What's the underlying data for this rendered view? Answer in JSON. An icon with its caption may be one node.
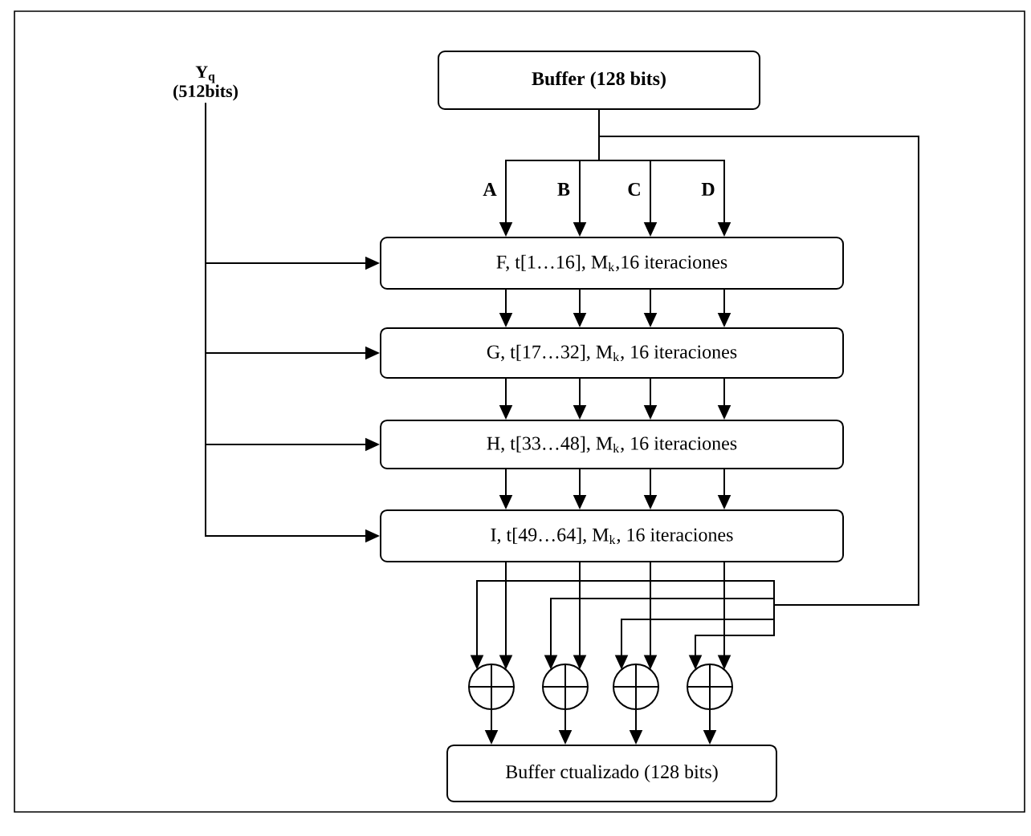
{
  "diagram": {
    "nodes": [
      {
        "text": [
          "Y$_{q}$",
          "(512bits)"
        ]
      },
      {
        "text": [
          "Buffer (128 bits)"
        ]
      },
      {
        "text": [
          "F, t[1…16], M$_{k}$,16 iteraciones"
        ]
      },
      {
        "text": [
          "G, t[17…32], M$_{k}$, 16 iteraciones"
        ]
      },
      {
        "text": [
          "H, t[33…48], M$_{k}$, 16 iteraciones"
        ]
      },
      {
        "text": [
          "I, t[49…64], M$_{k}$, 16 iteraciones"
        ]
      },
      {
        "text": [],
        "shape": "circle"
      },
      {
        "text": [],
        "shape": "circle"
      },
      {
        "text": [],
        "shape": "circle"
      },
      {
        "text": [],
        "shape": "circle"
      },
      {
        "text": [
          "Buffer ctualizado (128 bits)"
        ]
      }
    ],
    "edges": [
      {
        "from": 1,
        "to": 2,
        "arrow": "to",
        "label": "A"
      },
      {
        "from": 1,
        "to": 2,
        "arrow": "to",
        "label": "B"
      },
      {
        "from": 1,
        "to": 2,
        "arrow": "to",
        "label": "C"
      },
      {
        "from": 1,
        "to": 2,
        "arrow": "to",
        "label": "D"
      },
      {
        "from": 2,
        "to": 3,
        "arrow": "to"
      },
      {
        "from": 2,
        "to": 3,
        "arrow": "to"
      },
      {
        "from": 2,
        "to": 3,
        "arrow": "to"
      },
      {
        "from": 2,
        "to": 3,
        "arrow": "to"
      },
      {
        "from": 3,
        "to": 4,
        "arrow": "to"
      },
      {
        "from": 3,
        "to": 4,
        "arrow": "to"
      },
      {
        "from": 3,
        "to": 4,
        "arrow": "to"
      },
      {
        "from": 3,
        "to": 4,
        "arrow": "to"
      },
      {
        "from": 4,
        "to": 5,
        "arrow": "to"
      },
      {
        "from": 4,
        "to": 5,
        "arrow": "to"
      },
      {
        "from": 4,
        "to": 5,
        "arrow": "to"
      },
      {
        "from": 4,
        "to": 5,
        "arrow": "to"
      },
      {
        "from": 0,
        "to": 2,
        "arrow": "to"
      },
      {
        "from": 0,
        "to": 3,
        "arrow": "to"
      },
      {
        "from": 0,
        "to": 4,
        "arrow": "to"
      },
      {
        "from": 0,
        "to": 5,
        "arrow": "to"
      },
      {
        "from": 5,
        "to": 6,
        "arrow": "to"
      },
      {
        "from": 5,
        "to": 7,
        "arrow": "to"
      },
      {
        "from": 5,
        "to": 8,
        "arrow": "to"
      },
      {
        "from": 5,
        "to": 9,
        "arrow": "to"
      },
      {
        "from": 1,
        "to": 6,
        "arrow": "to"
      },
      {
        "from": 1,
        "to": 7,
        "arrow": "to"
      },
      {
        "from": 1,
        "to": 8,
        "arrow": "to"
      },
      {
        "from": 1,
        "to": 9,
        "arrow": "to"
      },
      {
        "from": 6,
        "to": 10,
        "arrow": "to"
      },
      {
        "from": 7,
        "to": 10,
        "arrow": "to"
      },
      {
        "from": 8,
        "to": 10,
        "arrow": "to"
      },
      {
        "from": 9,
        "to": 10,
        "arrow": "to"
      }
    ]
  }
}
